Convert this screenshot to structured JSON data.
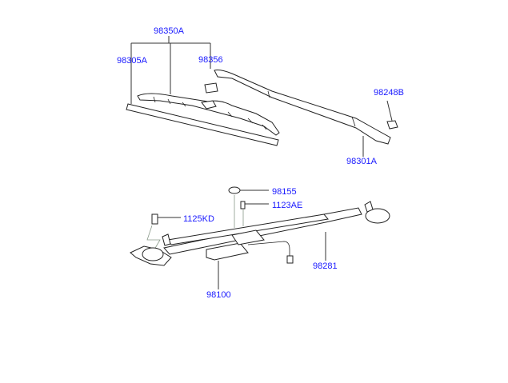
{
  "diagram": {
    "label_color": "#1a1aff",
    "parts": {
      "p98350A": "98350A",
      "p98305A": "98305A",
      "p98356": "98356",
      "p98248B": "98248B",
      "p98301A": "98301A",
      "p98155": "98155",
      "p1123AE": "1123AE",
      "p1125KD": "1125KD",
      "p98281": "98281",
      "p98100": "98100"
    }
  }
}
